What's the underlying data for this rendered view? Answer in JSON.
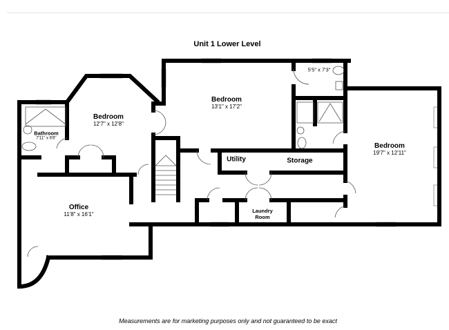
{
  "title": "Unit 1 Lower Level",
  "disclaimer": "Measurements are for marketing purposes only and not guaranteed to be exact",
  "rooms": [
    {
      "name": "Bedroom",
      "dims": "12'7\" x 12'8\""
    },
    {
      "name": "Bathroom",
      "dims": "7'11\" x 6'6\""
    },
    {
      "name": "Office",
      "dims": "11'8\" x 16'1\""
    },
    {
      "name": "Bedroom",
      "dims": "13'1\" x 17'2\""
    },
    {
      "name": "",
      "dims": "5'5\" x 7'3\""
    },
    {
      "name": "Bedroom",
      "dims": "19'7\" x 12'11\""
    },
    {
      "name": "Utility",
      "dims": ""
    },
    {
      "name": "Storage",
      "dims": ""
    },
    {
      "name": "Laundry Room",
      "dims": ""
    }
  ]
}
